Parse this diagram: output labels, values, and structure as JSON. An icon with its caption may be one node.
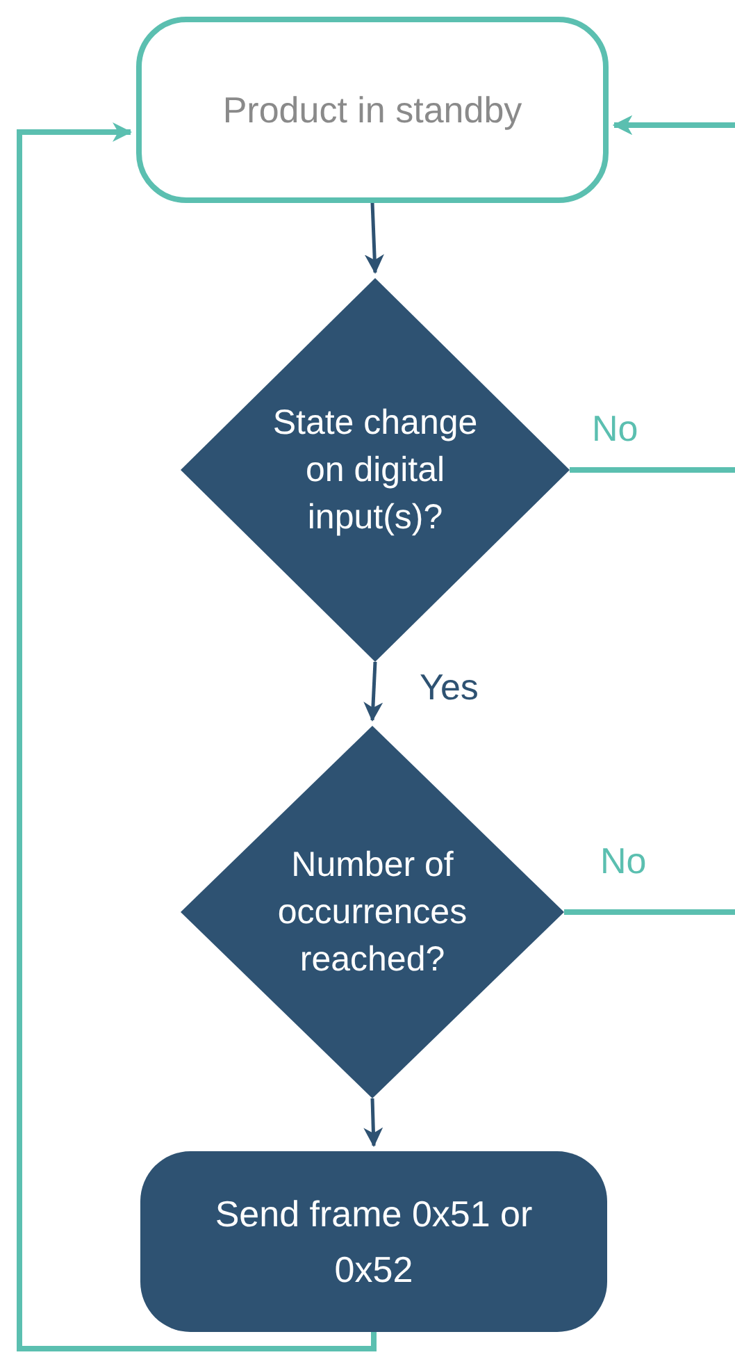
{
  "diagram": {
    "nodes": [
      {
        "text": [
          "Product in standby"
        ]
      },
      {
        "text": [
          "State change on digital input(s)?"
        ]
      },
      {
        "text": [
          "Number of occurrences reached?"
        ]
      },
      {
        "text": [
          "Send frame 0x51 or 0x52"
        ]
      }
    ],
    "edges": [
      {
        "from": 0,
        "to": 1,
        "arrow": "to"
      },
      {
        "from": 1,
        "to": 2,
        "arrow": "to",
        "label": "Yes"
      },
      {
        "from": 2,
        "to": 3,
        "arrow": "to"
      },
      {
        "from": 1,
        "to": 0,
        "arrow": "to",
        "label": "No",
        "color": "#5bbfb0"
      },
      {
        "from": 2,
        "to": 0,
        "arrow": "to",
        "label": "No",
        "color": "#5bbfb0"
      },
      {
        "from": 3,
        "to": 0,
        "arrow": "to",
        "color": "#5bbfb0"
      }
    ]
  }
}
